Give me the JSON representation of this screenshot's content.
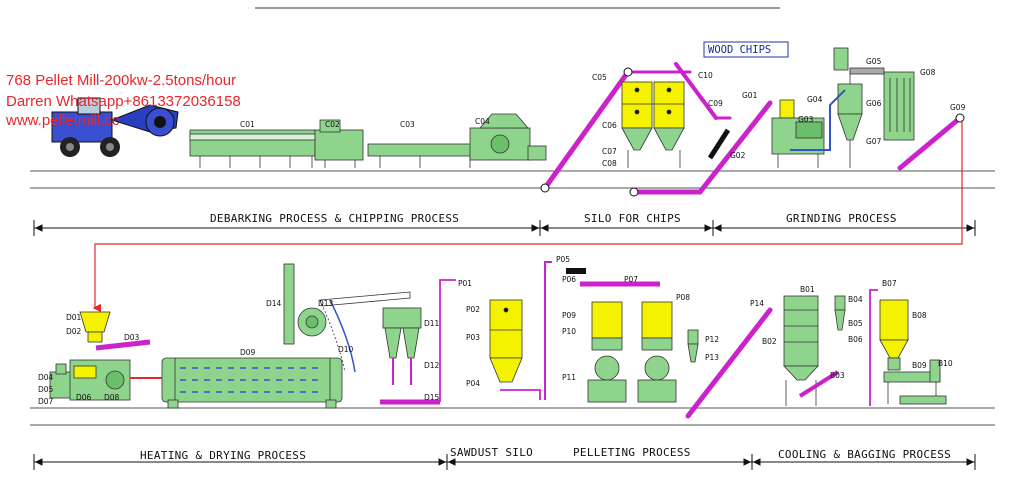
{
  "overlay": {
    "line1": "768 Pellet Mill-200kw-2.5tons/hour",
    "line2": "Darren Whatsapp+8613372036158",
    "line3": "www.pelletmill.cc"
  },
  "sections": {
    "debarking": "DEBARKING PROCESS & CHIPPING PROCESS",
    "silo_chips": "SILO FOR CHIPS",
    "grinding": "GRINDING PROCESS",
    "heating": "HEATING & DRYING PROCESS",
    "sawdust": "SAWDUST SILO",
    "pelleting": "PELLETING PROCESS",
    "cooling": "COOLING & BAGGING PROCESS"
  },
  "wood_chips_label": "WOOD CHIPS",
  "labels": {
    "C01": "C01",
    "C02": "C02",
    "C03": "C03",
    "C04": "C04",
    "C05": "C05",
    "C06": "C06",
    "C07": "C07",
    "C08": "C08",
    "C09": "C09",
    "C10": "C10",
    "G01": "G01",
    "G02": "G02",
    "G03": "G03",
    "G04": "G04",
    "G05": "G05",
    "G06": "G06",
    "G07": "G07",
    "G08": "G08",
    "G09": "G09",
    "D01": "D01",
    "D02": "D02",
    "D03": "D03",
    "D04": "D04",
    "D05": "D05",
    "D06": "D06",
    "D07": "D07",
    "D08": "D08",
    "D09": "D09",
    "D10": "D10",
    "D11": "D11",
    "D12": "D12",
    "D13": "D13",
    "D14": "D14",
    "D15": "D15",
    "P01": "P01",
    "P02": "P02",
    "P03": "P03",
    "P04": "P04",
    "P05": "P05",
    "P06": "P06",
    "P07": "P07",
    "P08": "P08",
    "P09": "P09",
    "P10": "P10",
    "P11": "P11",
    "P12": "P12",
    "P13": "P13",
    "P14": "P14",
    "B01": "B01",
    "B02": "B02",
    "B03": "B03",
    "B04": "B04",
    "B05": "B05",
    "B06": "B06",
    "B07": "B07",
    "B08": "B08",
    "B09": "B09",
    "B10": "B10"
  },
  "colors": {
    "green": "#8fd48c",
    "yellow": "#f5f200",
    "magenta": "#cc22cc",
    "red": "#e8262b",
    "blue": "#3355cc"
  }
}
